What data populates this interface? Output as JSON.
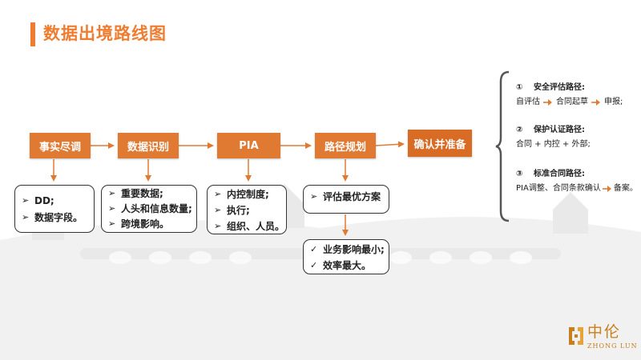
{
  "title": "数据出境路线图",
  "stages": [
    {
      "id": "diligence",
      "label": "事实尽调"
    },
    {
      "id": "identify",
      "label": "数据识别"
    },
    {
      "id": "pia",
      "label": "PIA"
    },
    {
      "id": "plan",
      "label": "路径规划"
    },
    {
      "id": "confirm",
      "label": "确认并准备"
    }
  ],
  "details": [
    {
      "items": [
        "DD;",
        "数据字段。"
      ]
    },
    {
      "items": [
        "重要数据;",
        "人头和信息数量;",
        "跨境影响。"
      ]
    },
    {
      "items": [
        "内控制度;",
        "执行;",
        "组织、人员。"
      ]
    },
    {
      "items": [
        "评估最优方案"
      ]
    },
    {
      "items": [
        "业务影响最小;",
        "效率最大。"
      ]
    }
  ],
  "paths": [
    {
      "num": "①",
      "title": "安全评估路径:",
      "steps": [
        "自评估",
        "合同起草",
        "申报;"
      ]
    },
    {
      "num": "②",
      "title": "保护认证路径:",
      "line": "合同 + 内控 + 外部;"
    },
    {
      "num": "③",
      "title": "标准合同路径:",
      "steps": [
        "PIA调整、合同条款确认",
        "备案。"
      ]
    }
  ],
  "logo": {
    "text": "中伦",
    "sub": "ZHONG LUN"
  },
  "colors": {
    "accent": "#ee7d31",
    "stage": "#e07a33",
    "logo": "#c8801a"
  }
}
